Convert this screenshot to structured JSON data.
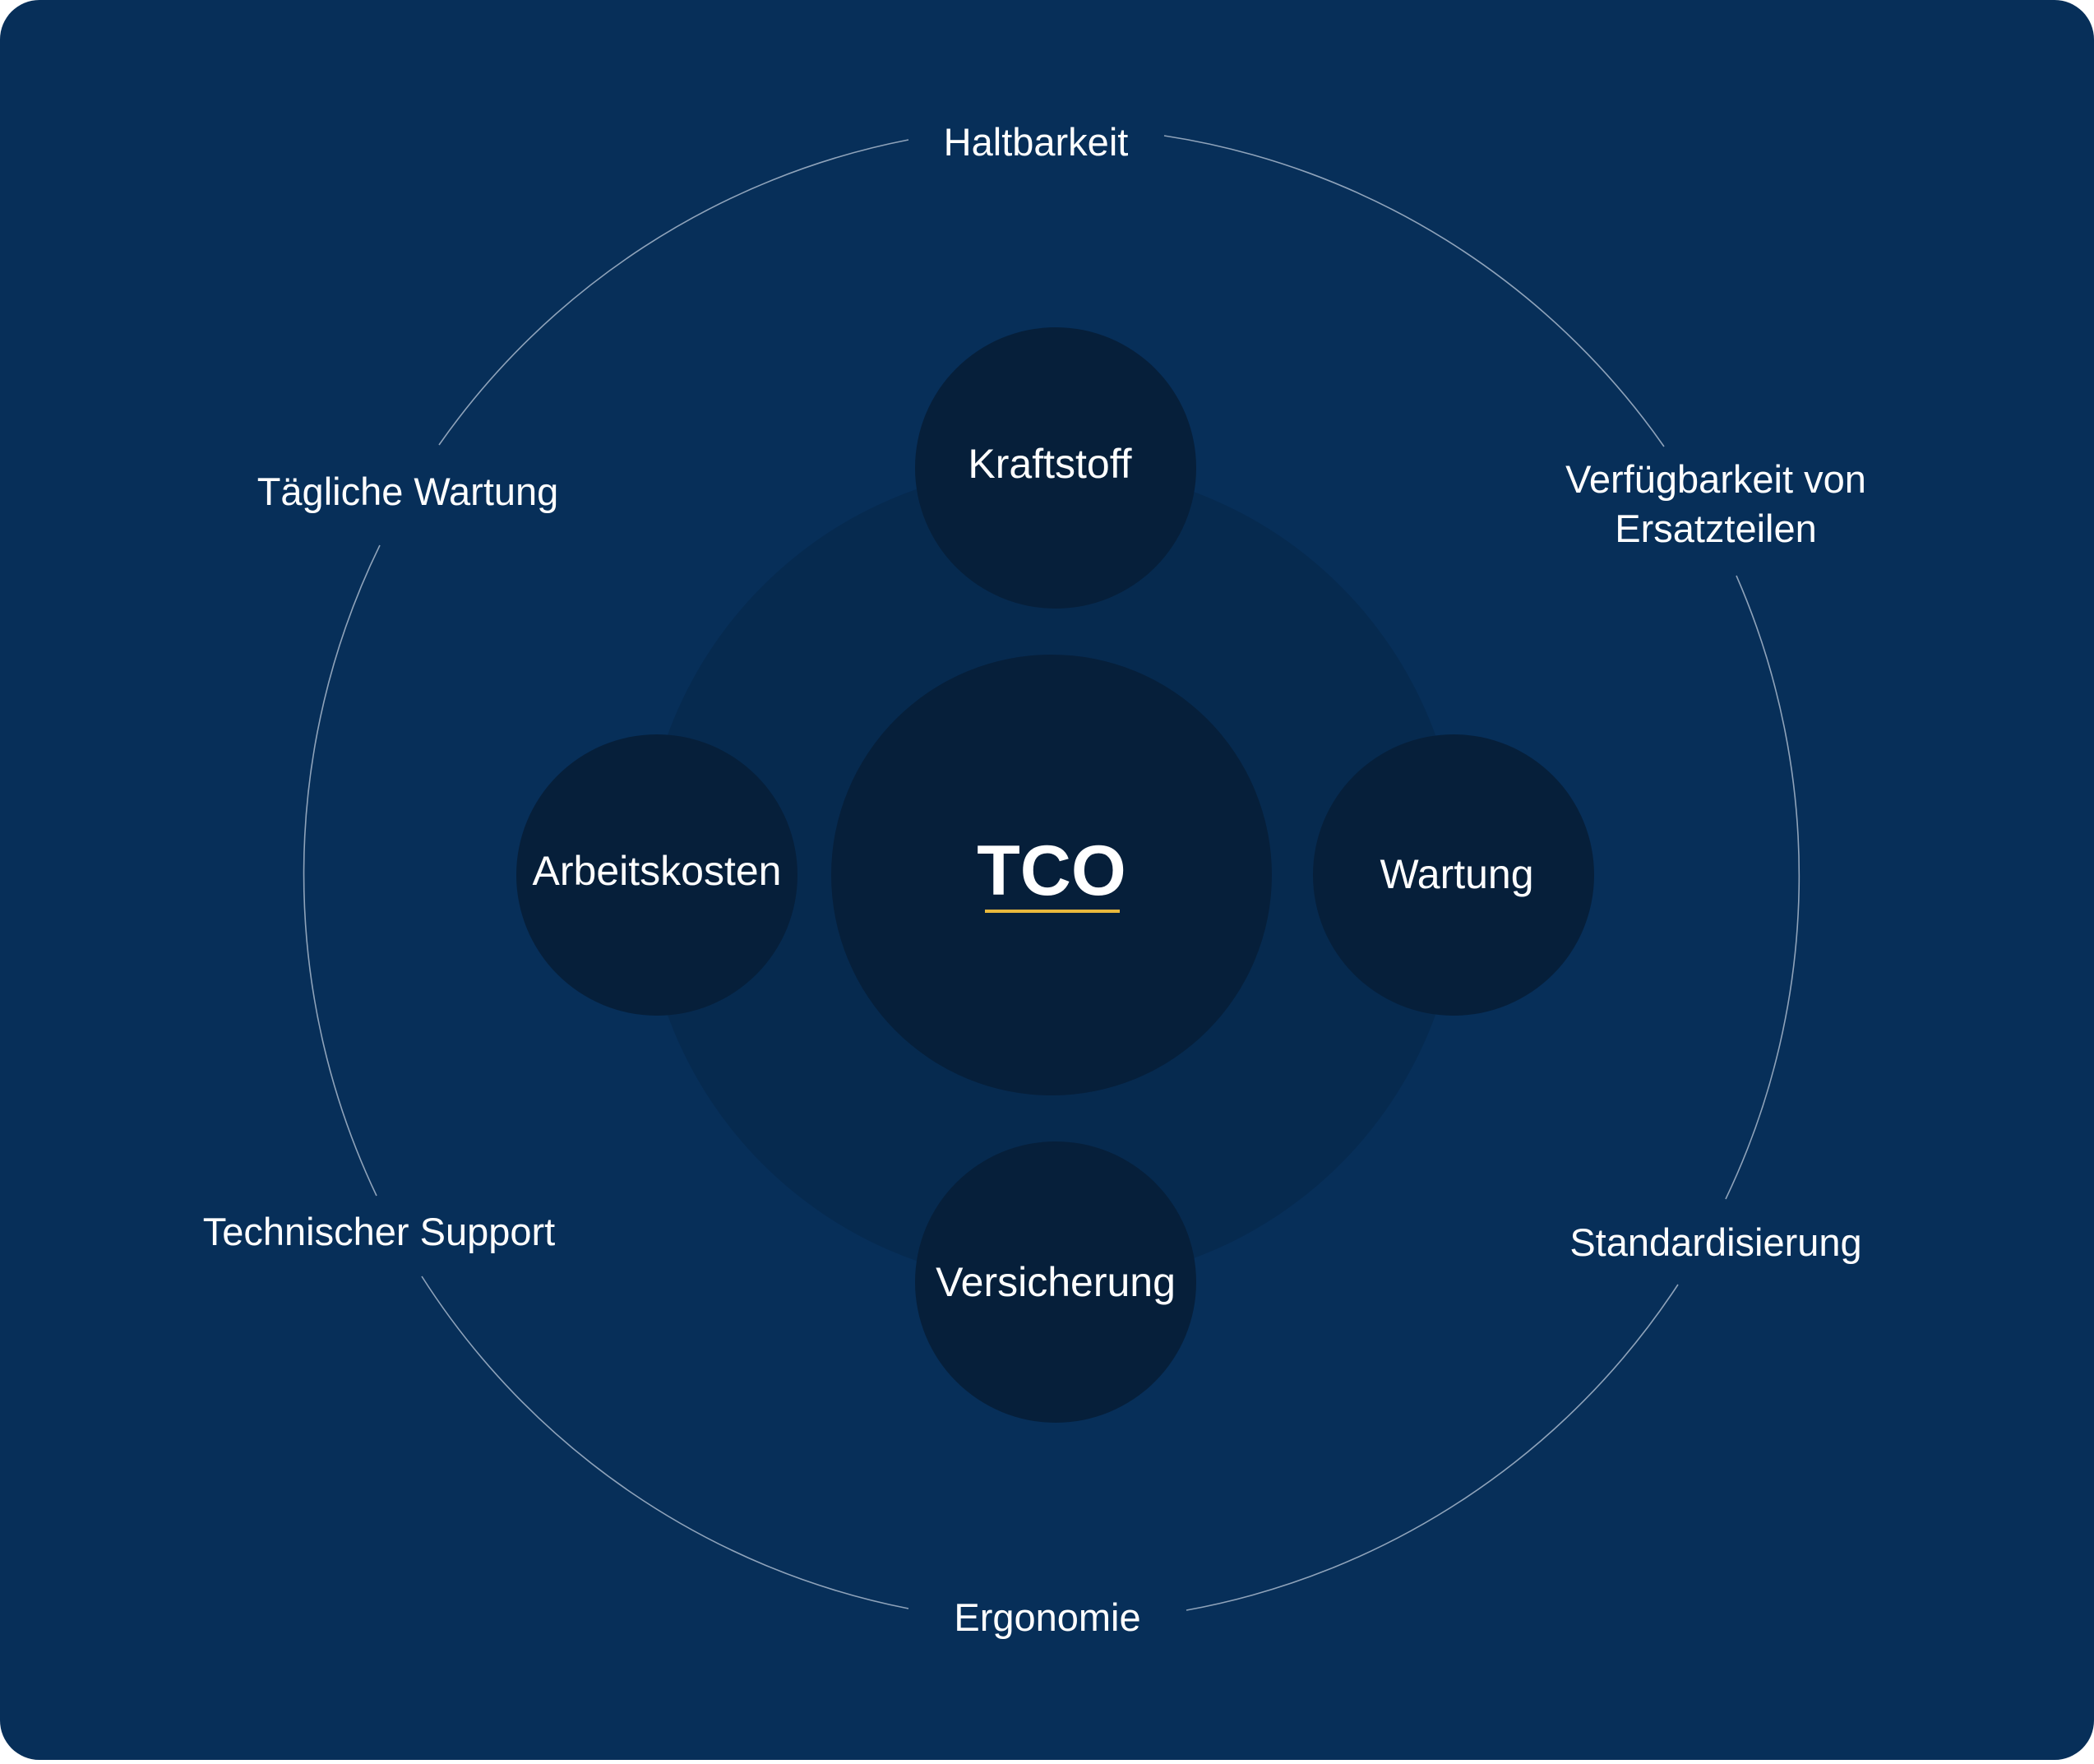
{
  "colors": {
    "background": "#072f59",
    "inner_ring": "#062a4f",
    "node_fill": "#061f3a",
    "ring_stroke": "#8fa3ba",
    "accent_underline": "#e8b83c",
    "text": "#ffffff"
  },
  "center": {
    "label": "TCO"
  },
  "inner_nodes": {
    "top": "Kraftstoff",
    "left": "Arbeitskosten",
    "right": "Wartung",
    "bottom": "Versicherung"
  },
  "outer_labels": {
    "top": "Haltbarkeit",
    "upper_right_line1": "Verfügbarkeit von",
    "upper_right_line2": "Ersatzteilen",
    "lower_right": "Standardisierung",
    "bottom": "Ergonomie",
    "lower_left": "Technischer Support",
    "upper_left": "Tägliche Wartung"
  }
}
